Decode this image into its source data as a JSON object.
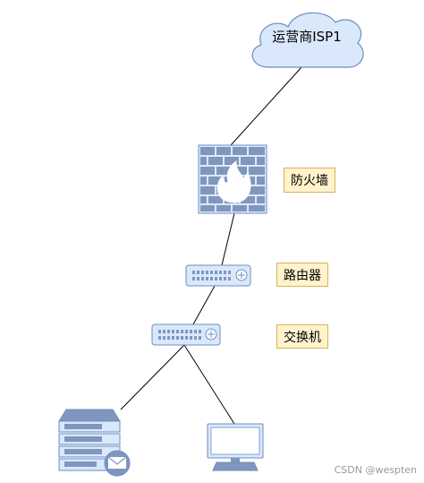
{
  "nodes": {
    "isp": "运营商ISP1",
    "firewall": "防火墙",
    "router": "路由器",
    "switch": "交换机"
  },
  "icons": {
    "cloud": "cloud-icon",
    "firewall": "firewall-icon",
    "router": "router-icon",
    "switch": "switch-icon",
    "server": "mail-server-icon",
    "desktop": "desktop-computer-icon"
  },
  "colors": {
    "device_fill": "#dae8fc",
    "device_stroke": "#6c8ebf",
    "label_fill": "#fff2cc",
    "label_stroke": "#d6b656",
    "line": "#000000"
  },
  "watermark": "CSDN @wespten"
}
